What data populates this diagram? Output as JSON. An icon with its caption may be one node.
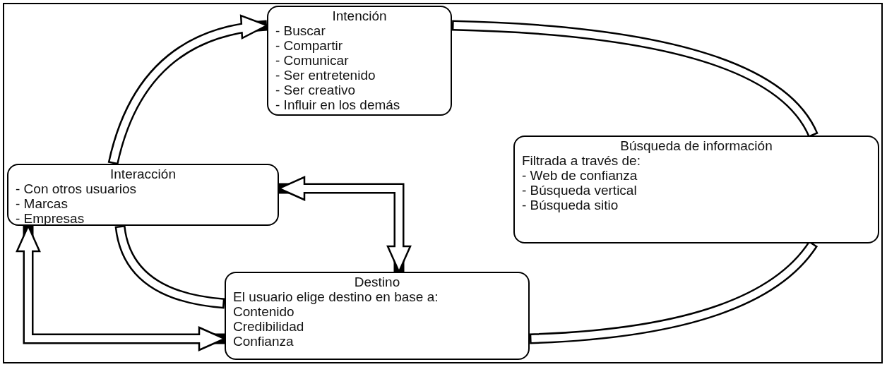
{
  "diagram": {
    "nodes": [
      {
        "text": [
          "Intención",
          "- Buscar",
          "- Compartir",
          "- Comunicar",
          "- Ser entretenido",
          "- Ser creativo",
          "- Influir en los demás"
        ]
      },
      {
        "text": [
          "Búsqueda de información",
          "Filtrada a través de:",
          "- Web de confianza",
          "- Búsqueda vertical",
          "- Búsqueda sitio"
        ]
      },
      {
        "text": [
          "Interacción",
          "- Con otros usuarios",
          "- Marcas",
          "- Empresas"
        ]
      },
      {
        "text": [
          "Destino",
          "El usuario elige destino en base a:",
          "Contenido",
          "Credibilidad",
          "Confianza"
        ]
      }
    ],
    "edges": [
      {
        "from": 0,
        "to": 1,
        "arrow": "none"
      },
      {
        "from": 1,
        "to": 3,
        "arrow": "none"
      },
      {
        "from": 3,
        "to": 2,
        "arrow": "none"
      },
      {
        "from": 2,
        "to": 0,
        "arrow": "to"
      },
      {
        "from": 2,
        "to": 3,
        "arrow": "both"
      },
      {
        "from": 2,
        "to": 3,
        "arrow": "both"
      }
    ]
  }
}
